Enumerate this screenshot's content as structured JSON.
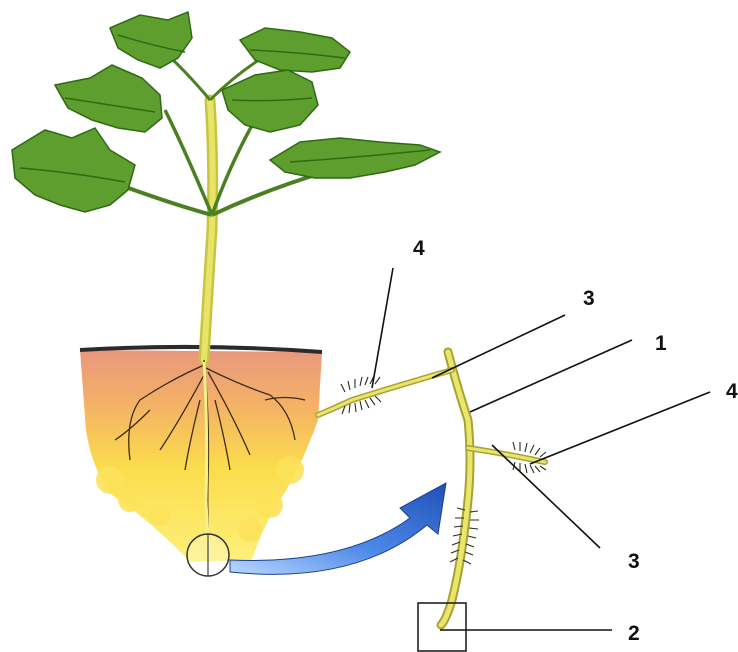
{
  "labels": {
    "top_left_4": "4",
    "upper_3": "3",
    "upper_1": "1",
    "right_4": "4",
    "lower_3": "3",
    "bottom_2": "2"
  },
  "colors": {
    "leaf_green": "#5d9e2f",
    "leaf_dark": "#2f6a12",
    "stem_yellow": "#e7e35a",
    "soil_orange": "#f0a070",
    "soil_yellow": "#fbe54a",
    "arrow_blue": "#2a64c8"
  }
}
